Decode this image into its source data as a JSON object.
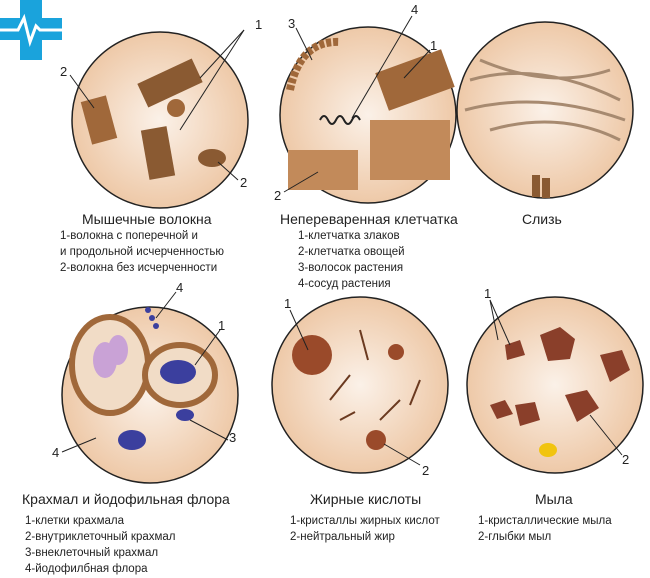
{
  "panels": [
    {
      "title": "Мышечные волокна",
      "items": [
        "1-волокна с поперечной и",
        "и продольной исчерченностью",
        "2-волокна без исчерченности"
      ],
      "markers": [
        "1",
        "2",
        "2"
      ]
    },
    {
      "title": "Непереваренная клетчатка",
      "items": [
        "1-клетчатка злаков",
        "2-клетчатка овощей",
        "3-волосок растения",
        "4-сосуд растения"
      ],
      "markers": [
        "3",
        "4",
        "1",
        "2"
      ]
    },
    {
      "title": "Слизь",
      "items": [],
      "markers": []
    },
    {
      "title": "Крахмал и йодофильная флора",
      "items": [
        "1-клетки крахмала",
        "2-внутриклеточный крахмал",
        "3-внеклеточный крахмал",
        "4-йодофилбная флора"
      ],
      "markers": [
        "4",
        "1",
        "3",
        "4"
      ]
    },
    {
      "title": "Жирные кислоты",
      "items": [
        "1-кристаллы жирных кислот",
        "2-нейтральный жир"
      ],
      "markers": [
        "1",
        "2"
      ]
    },
    {
      "title": "Мыла",
      "items": [
        "1-кристаллические мыла",
        "2-глыбки мыл"
      ],
      "markers": [
        "1",
        "2"
      ]
    }
  ],
  "colors": {
    "logo": "#1aa3dc",
    "background_tissue": "#f3e2d2",
    "fiber": "#8a5a32",
    "starch": "#3b3f9e",
    "fat": "#9a4a2a"
  }
}
